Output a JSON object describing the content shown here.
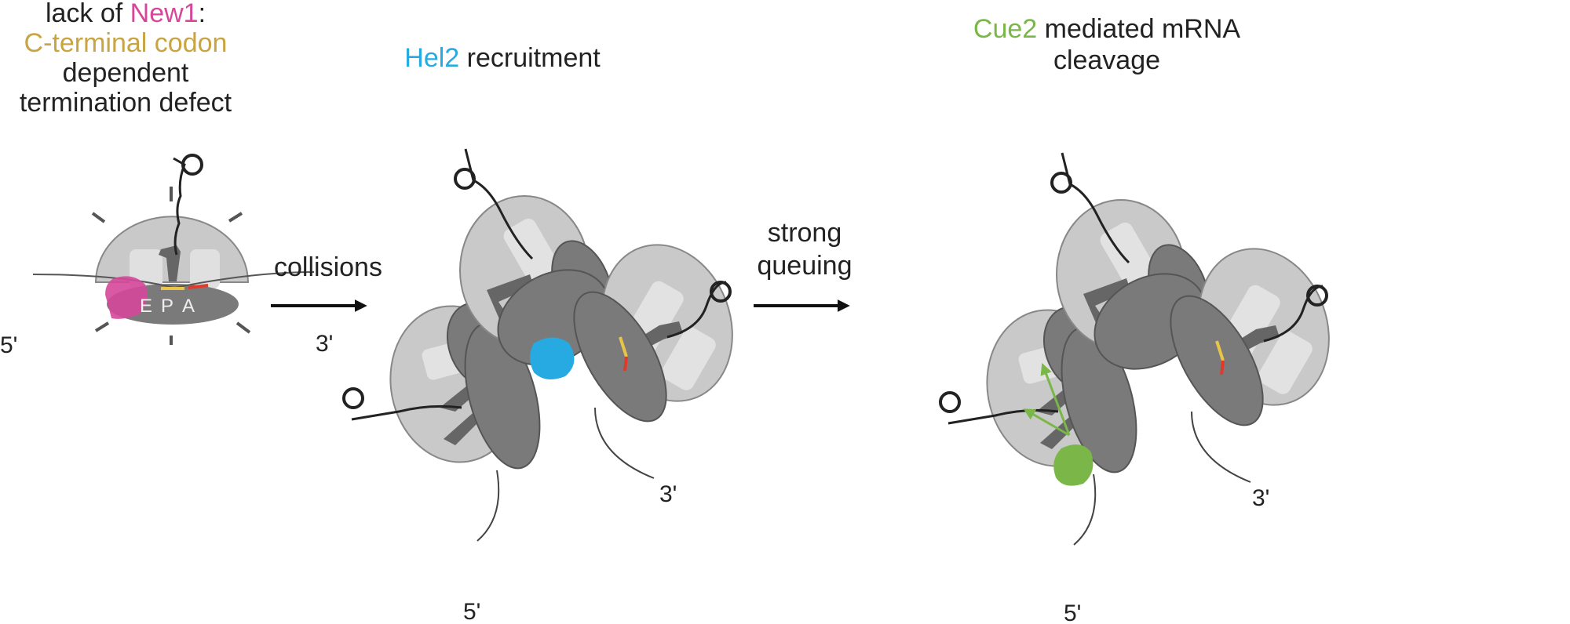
{
  "panel1": {
    "line1_a": "lack of ",
    "line1_b": "New1",
    "line1_c": ":",
    "line2": "C-terminal codon",
    "line3": "dependent",
    "line4": "termination defect",
    "five_prime": "5'",
    "three_prime": "3'",
    "site_e": "E",
    "site_p": "P",
    "site_a": "A"
  },
  "arrow1": {
    "label": "collisions"
  },
  "panel2": {
    "title_a": "Hel2",
    "title_b": " recruitment",
    "five_prime": "5'",
    "three_prime": "3'"
  },
  "arrow2": {
    "line1": "strong",
    "line2": "queuing"
  },
  "panel3": {
    "title_a": "Cue2",
    "title_b": " mediated mRNA",
    "title_c": "cleavage",
    "five_prime": "5'",
    "three_prime": "3'"
  },
  "colors": {
    "new1": "#d6479a",
    "codon": "#c8a542",
    "hel2": "#27a9e1",
    "cue2": "#7ab648",
    "large_subunit": "#c9c9c9",
    "small_subunit": "#7a7a7a"
  }
}
